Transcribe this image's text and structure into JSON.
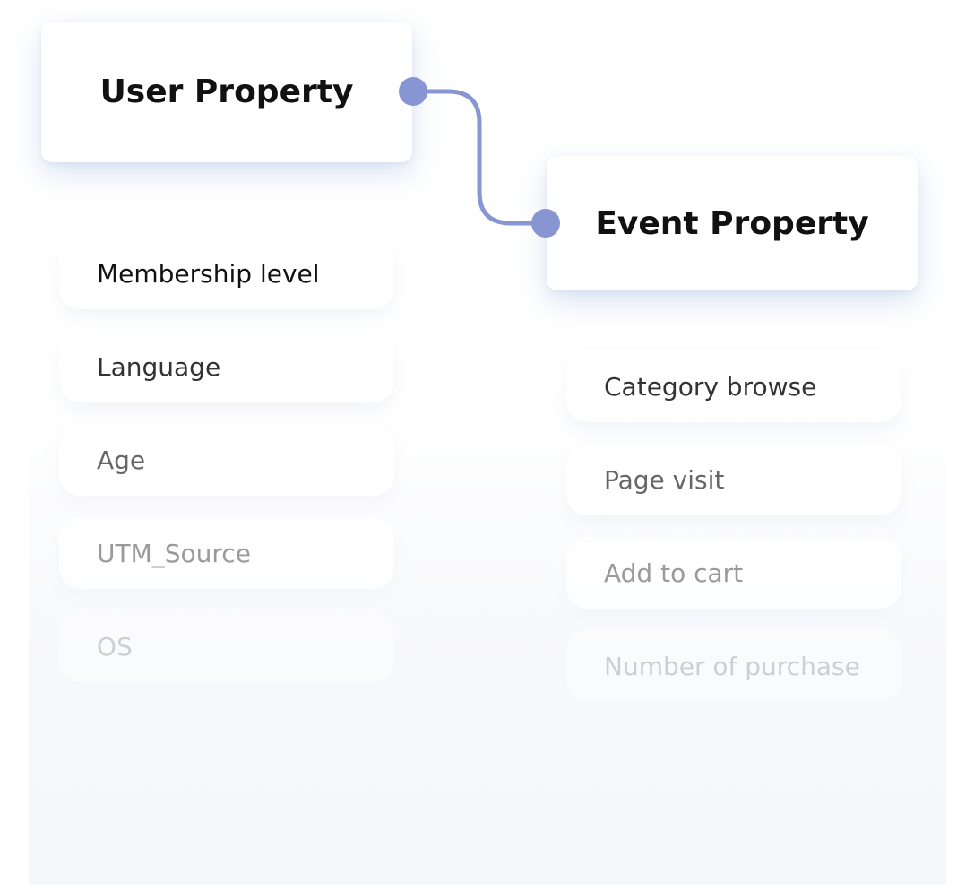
{
  "user_property": {
    "title": "User Property",
    "items": [
      "Membership level",
      "Language",
      "Age",
      "UTM_Source",
      "OS"
    ]
  },
  "event_property": {
    "title": "Event Property",
    "items": [
      "Category browse",
      "Page visit",
      "Add to cart",
      "Number of purchase"
    ]
  },
  "colors": {
    "connector": "#8796d3",
    "shadow": "#aabde6"
  }
}
